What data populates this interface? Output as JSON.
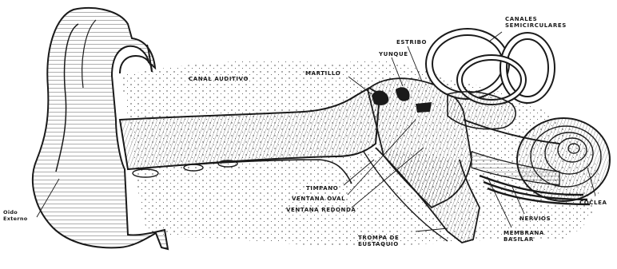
{
  "diagram": {
    "labels": {
      "canales_semicirculares": "CANALES SEMICIRCULARES",
      "estribo": "ESTRIBO",
      "yunque": "YUNQUE",
      "martillo": "MARTILLO",
      "canal_auditivo": "CANAL AUDITIVO",
      "timpano": "TIMPANO",
      "ventana_oval": "VENTANA OVAL",
      "ventana_redonda": "VENTANA REDONDA",
      "trompa_de_eustaquio": "TROMPA DE EUSTAQUIO",
      "nervios": "NERVIOS",
      "membrana_basilar": "MEMBRANA BASILAR",
      "coclea": "COCLEA",
      "oido_externo": "Oido Externo"
    },
    "colors": {
      "ink": "#1a1a1a",
      "paper": "#ffffff"
    }
  }
}
